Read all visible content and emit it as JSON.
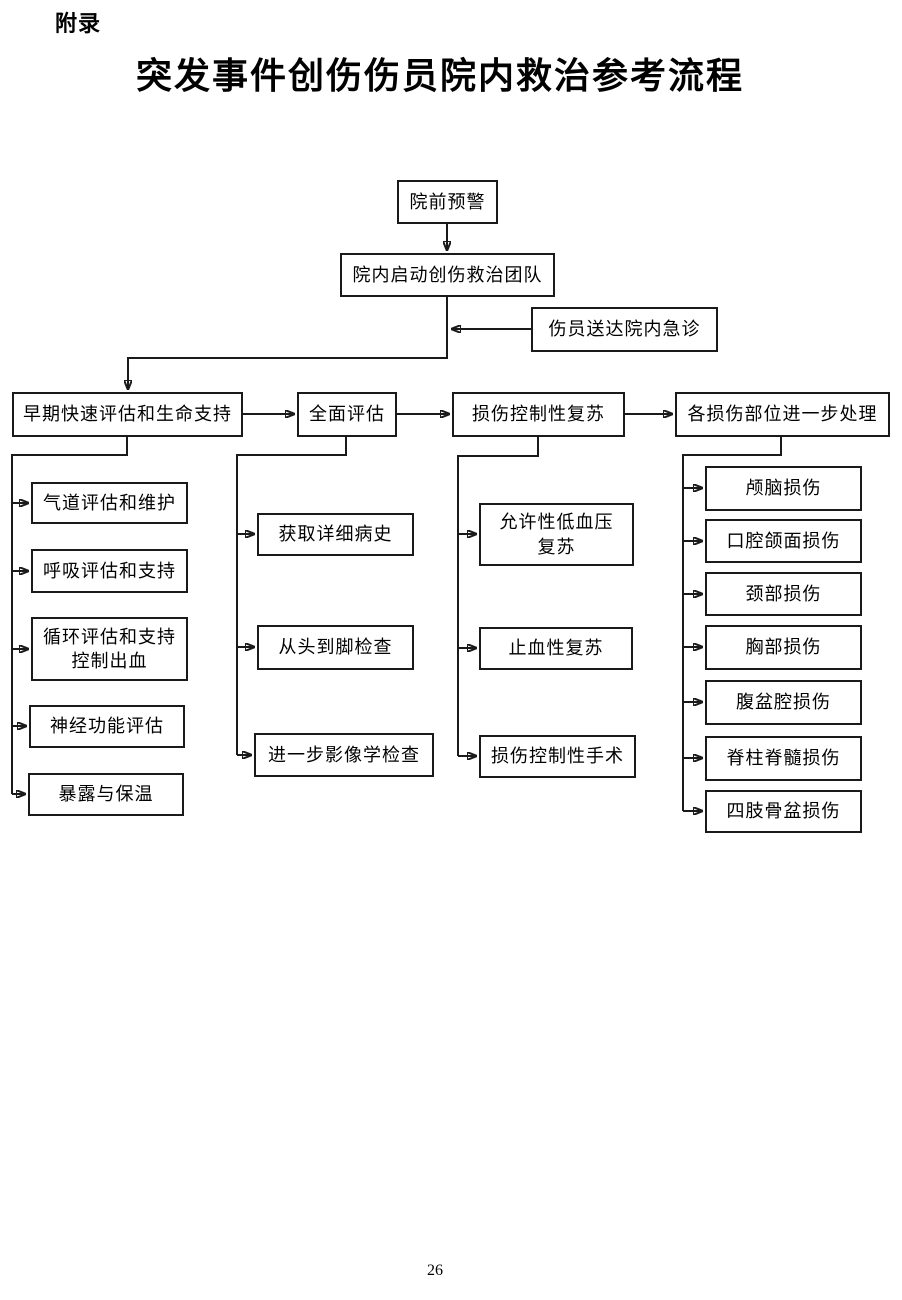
{
  "page": {
    "appendix_label": "附录",
    "title": "突发事件创伤伤员院内救治参考流程",
    "page_number": "26"
  },
  "flowchart": {
    "prehospital_alert": "院前预警",
    "activate_team": "院内启动创伤救治团队",
    "arrival_er": "伤员送达院内急诊",
    "columns": [
      {
        "header": "早期快速评估和生命支持",
        "children": [
          "气道评估和维护",
          "呼吸评估和支持",
          "循环评估和支持\n控制出血",
          "神经功能评估",
          "暴露与保温"
        ]
      },
      {
        "header": "全面评估",
        "children": [
          "获取详细病史",
          "从头到脚检查",
          "进一步影像学检查"
        ]
      },
      {
        "header": "损伤控制性复苏",
        "children": [
          "允许性低血压\n复苏",
          "止血性复苏",
          "损伤控制性手术"
        ]
      },
      {
        "header": "各损伤部位进一步处理",
        "children": [
          "颅脑损伤",
          "口腔颌面损伤",
          "颈部损伤",
          "胸部损伤",
          "腹盆腔损伤",
          "脊柱脊髓损伤",
          "四肢骨盆损伤"
        ]
      }
    ]
  },
  "colors": {
    "background": "#ffffff",
    "line": "#1a1a1a",
    "text": "#000000"
  }
}
